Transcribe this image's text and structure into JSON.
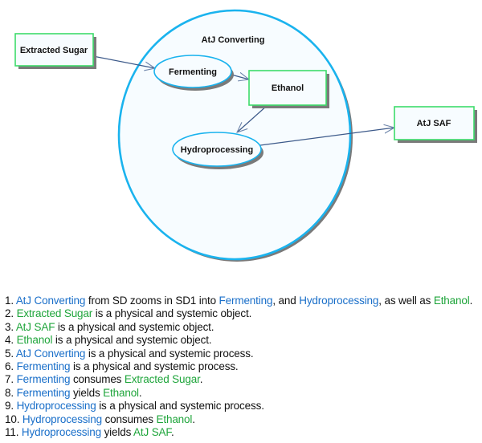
{
  "colors": {
    "process_stroke": "#1ab3ee",
    "process_fill": "#f7fcff",
    "object_stroke": "#3ddc6a",
    "object_fill": "#f7fcff",
    "link": "#3d5a8a",
    "shadow": "#7a7a7a",
    "process_text": "#1a6fc9",
    "object_text": "#1fa53b"
  },
  "diagram": {
    "container": {
      "label": "AtJ Converting",
      "kind": "process"
    },
    "nodes": [
      {
        "id": "extracted-sugar",
        "label": "Extracted Sugar",
        "kind": "object"
      },
      {
        "id": "fermenting",
        "label": "Fermenting",
        "kind": "process"
      },
      {
        "id": "ethanol",
        "label": "Ethanol",
        "kind": "object"
      },
      {
        "id": "hydroprocessing",
        "label": "Hydroprocessing",
        "kind": "process"
      },
      {
        "id": "atj-saf",
        "label": "AtJ SAF",
        "kind": "object"
      }
    ],
    "links": [
      {
        "from": "Extracted Sugar",
        "to": "Fermenting",
        "type": "consumption"
      },
      {
        "from": "Fermenting",
        "to": "Ethanol",
        "type": "result"
      },
      {
        "from": "Ethanol",
        "to": "Hydroprocessing",
        "type": "consumption"
      },
      {
        "from": "Hydroprocessing",
        "to": "AtJ SAF",
        "type": "result"
      }
    ]
  },
  "opl": [
    [
      {
        "t": "1. "
      },
      {
        "t": "AtJ Converting",
        "c": "proc"
      },
      {
        "t": " from SD zooms in SD1 into "
      },
      {
        "t": "Fermenting",
        "c": "proc"
      },
      {
        "t": ",  and "
      },
      {
        "t": "Hydroprocessing",
        "c": "proc"
      },
      {
        "t": ", as well as "
      },
      {
        "t": "Ethanol",
        "c": "obj"
      },
      {
        "t": "."
      }
    ],
    [
      {
        "t": "2. "
      },
      {
        "t": "Extracted Sugar",
        "c": "obj"
      },
      {
        "t": " is a physical and systemic object."
      }
    ],
    [
      {
        "t": "3. "
      },
      {
        "t": "AtJ SAF",
        "c": "obj"
      },
      {
        "t": " is a physical and systemic object."
      }
    ],
    [
      {
        "t": "4. "
      },
      {
        "t": "Ethanol",
        "c": "obj"
      },
      {
        "t": " is a physical and systemic object."
      }
    ],
    [
      {
        "t": "5. "
      },
      {
        "t": "AtJ Converting",
        "c": "proc"
      },
      {
        "t": " is a physical and systemic process."
      }
    ],
    [
      {
        "t": "6. "
      },
      {
        "t": "Fermenting",
        "c": "proc"
      },
      {
        "t": " is a physical and systemic process."
      }
    ],
    [
      {
        "t": "7. "
      },
      {
        "t": "Fermenting",
        "c": "proc"
      },
      {
        "t": " consumes "
      },
      {
        "t": "Extracted Sugar",
        "c": "obj"
      },
      {
        "t": "."
      }
    ],
    [
      {
        "t": "8. "
      },
      {
        "t": "Fermenting",
        "c": "proc"
      },
      {
        "t": " yields "
      },
      {
        "t": "Ethanol",
        "c": "obj"
      },
      {
        "t": "."
      }
    ],
    [
      {
        "t": "9. "
      },
      {
        "t": "Hydroprocessing",
        "c": "proc"
      },
      {
        "t": " is a physical and systemic process."
      }
    ],
    [
      {
        "t": "10. "
      },
      {
        "t": "Hydroprocessing",
        "c": "proc"
      },
      {
        "t": " consumes "
      },
      {
        "t": "Ethanol",
        "c": "obj"
      },
      {
        "t": "."
      }
    ],
    [
      {
        "t": "11. "
      },
      {
        "t": "Hydroprocessing",
        "c": "proc"
      },
      {
        "t": " yields "
      },
      {
        "t": "AtJ SAF",
        "c": "obj"
      },
      {
        "t": "."
      }
    ]
  ]
}
